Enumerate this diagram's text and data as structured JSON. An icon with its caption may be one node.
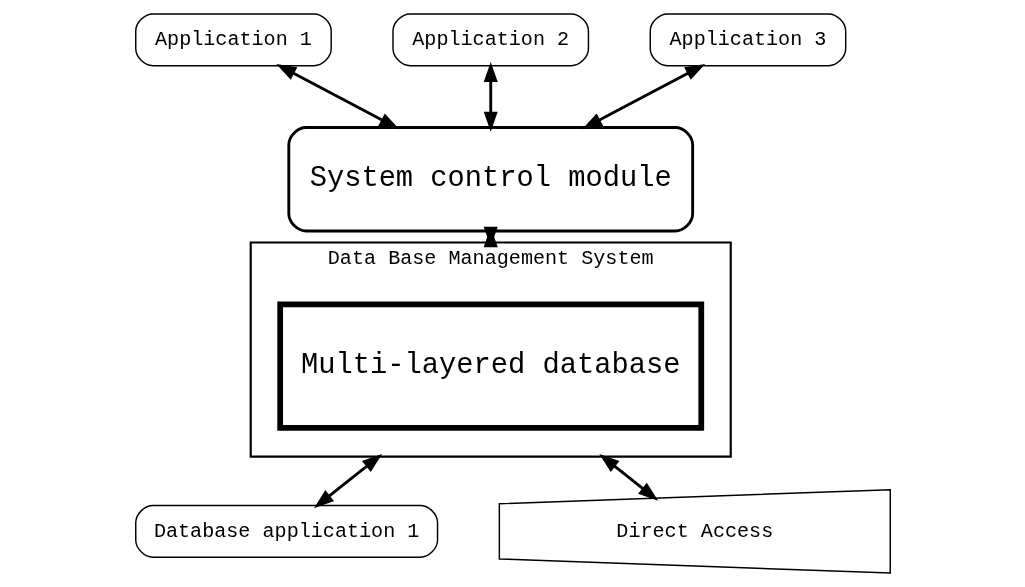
{
  "diagram": {
    "nodes": [
      {
        "text": [
          "Application 1"
        ]
      },
      {
        "text": [
          "Application 2"
        ]
      },
      {
        "text": [
          "Application 3"
        ]
      },
      {
        "text": [
          "System control module"
        ]
      },
      {
        "text": [
          "Data Base Management System"
        ]
      },
      {
        "text": [
          "Multi-layered database"
        ],
        "in": 4
      },
      {
        "text": [
          "Database application 1"
        ]
      },
      {
        "text": [
          "Direct Access"
        ]
      }
    ],
    "edges": [
      {
        "from": 0,
        "to": 3,
        "arrow": "both"
      },
      {
        "from": 1,
        "to": 3,
        "arrow": "both"
      },
      {
        "from": 2,
        "to": 3,
        "arrow": "both"
      },
      {
        "from": 3,
        "to": 4,
        "arrow": "both"
      },
      {
        "from": 4,
        "to": 6,
        "arrow": "both"
      },
      {
        "from": 4,
        "to": 7,
        "arrow": "both"
      }
    ]
  }
}
